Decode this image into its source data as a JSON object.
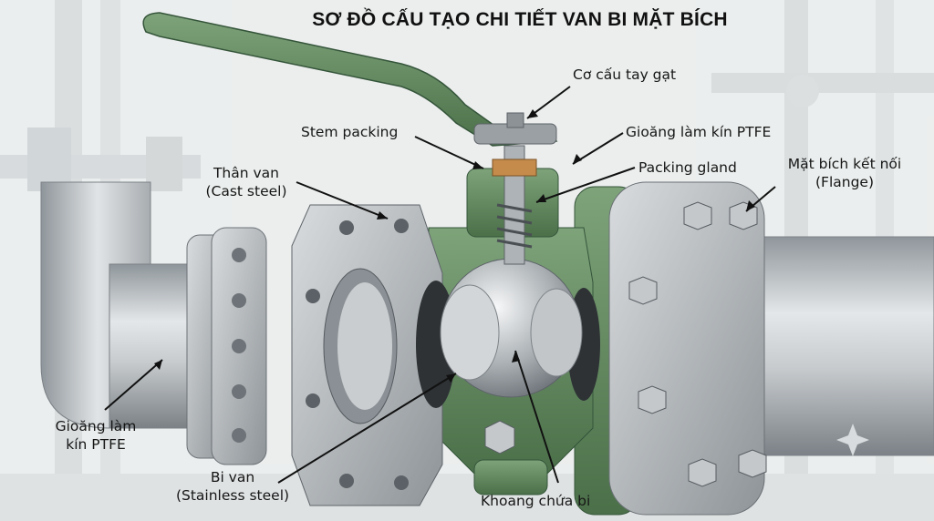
{
  "title": "SƠ ĐỒ CẤU TẠO CHI TIẾT VAN BI MẶT BÍCH",
  "labels": {
    "handle": "Cơ cấu tay gạt",
    "stem_packing": "Stem packing",
    "gasket_top": "Gioăng làm kín PTFE",
    "body": {
      "line1": "Thân van",
      "line2": "(Cast steel)"
    },
    "packing_gland": "Packing gland",
    "flange": {
      "line1": "Mặt bích kết nối",
      "line2": "(Flange)"
    },
    "gasket_left": {
      "line1": "Gioăng làm",
      "line2": "kín PTFE"
    },
    "ball": {
      "line1": "Bi van",
      "line2": "(Stainless steel)"
    },
    "chamber": "Khoang chứa bi"
  },
  "colors": {
    "valve_green": "#5f8a5c",
    "steel": "#b9bec2",
    "label_text": "#161616"
  }
}
